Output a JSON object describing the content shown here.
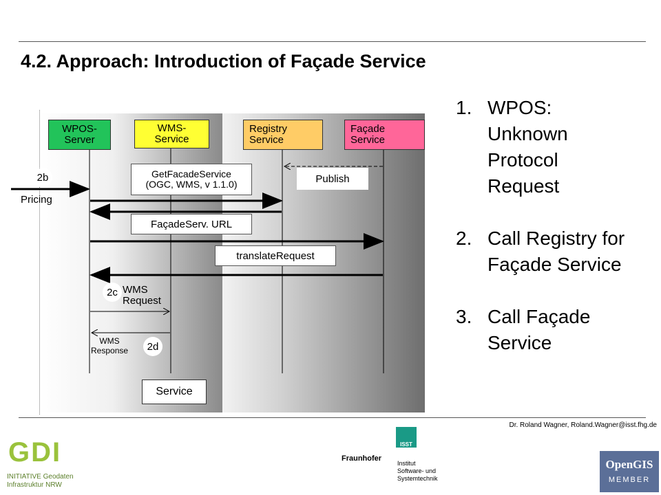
{
  "slide": {
    "title": "4.2. Approach: Introduction of Façade Service"
  },
  "diagram": {
    "participants": [
      {
        "label": "WPOS-\nServer",
        "color": "#22c35a"
      },
      {
        "label": "WMS-\nService",
        "color": "#ffff33"
      },
      {
        "label": "Registry\nService",
        "color": "#ffcc66"
      },
      {
        "label": "Façade\nService",
        "color": "#ff6699"
      }
    ],
    "messages": {
      "get_facade": "GetFacadeService\n(OGC, WMS, v 1.1.0)",
      "publish": "Publish",
      "facade_url": "FaçadeServ. URL",
      "translate": "translateRequest",
      "wms_request": "WMS\nRequest",
      "wms_response": "WMS\nResponse",
      "pricing": "Pricing",
      "service": "Service"
    },
    "badges": {
      "b2b": "2b",
      "b2c": "2c",
      "b2d": "2d"
    }
  },
  "steps": [
    {
      "num": "1.",
      "text": "WPOS: Unknown Protocol Request"
    },
    {
      "num": "2.",
      "text": "Call Registry for Façade Service"
    },
    {
      "num": "3.",
      "text": "Call Façade Service"
    }
  ],
  "footer": {
    "credit": "Dr. Roland Wagner, Roland.Wagner@isst.fhg.de",
    "fraunhofer": "Fraunhofer",
    "isst_badge": "ISST",
    "isst_lines": "Institut\nSoftware- und\nSystemtechnik",
    "gdi_logo_text": "GDI",
    "gdi_sub1": "INITIATIVE Geodaten",
    "gdi_sub2": "Infrastruktur NRW",
    "opengis_line1": "OpenGIS",
    "opengis_line2": "MEMBER"
  },
  "colors": {
    "lane_dark": "#777777",
    "lane_light": "#e8e8e8"
  }
}
